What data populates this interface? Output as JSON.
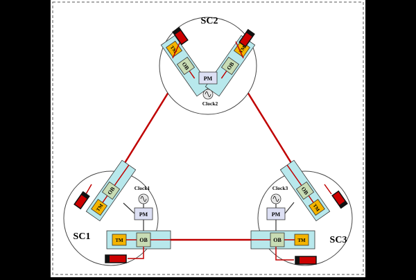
{
  "colors": {
    "background": "#000000",
    "panel": "#ffffff",
    "frame_dash": "#555555",
    "laser_link": "#c00000",
    "bench_outer": "#b8e8ec",
    "ob_fill": "#c8dcb4",
    "tm_fill": "#f4b400",
    "pm_fill": "#dde0f4",
    "laser_fill": "#cc0000",
    "laser_cap": "#111111"
  },
  "spacecraft": [
    {
      "id": "sc1",
      "label": "SC1",
      "clock_label": "Clock1",
      "pm_label": "PM",
      "benches": [
        {
          "ob": "OB",
          "tm": "TM"
        },
        {
          "ob": "OB",
          "tm": "TM"
        }
      ]
    },
    {
      "id": "sc2",
      "label": "SC2",
      "clock_label": "Clock2",
      "pm_label": "PM",
      "benches": [
        {
          "ob": "OB",
          "tm": "TM"
        },
        {
          "ob": "OB",
          "tm": "TM"
        }
      ]
    },
    {
      "id": "sc3",
      "label": "SC3",
      "clock_label": "Clock3",
      "pm_label": "PM",
      "benches": [
        {
          "ob": "OB",
          "tm": "TM"
        },
        {
          "ob": "OB",
          "tm": "TM"
        }
      ]
    }
  ]
}
